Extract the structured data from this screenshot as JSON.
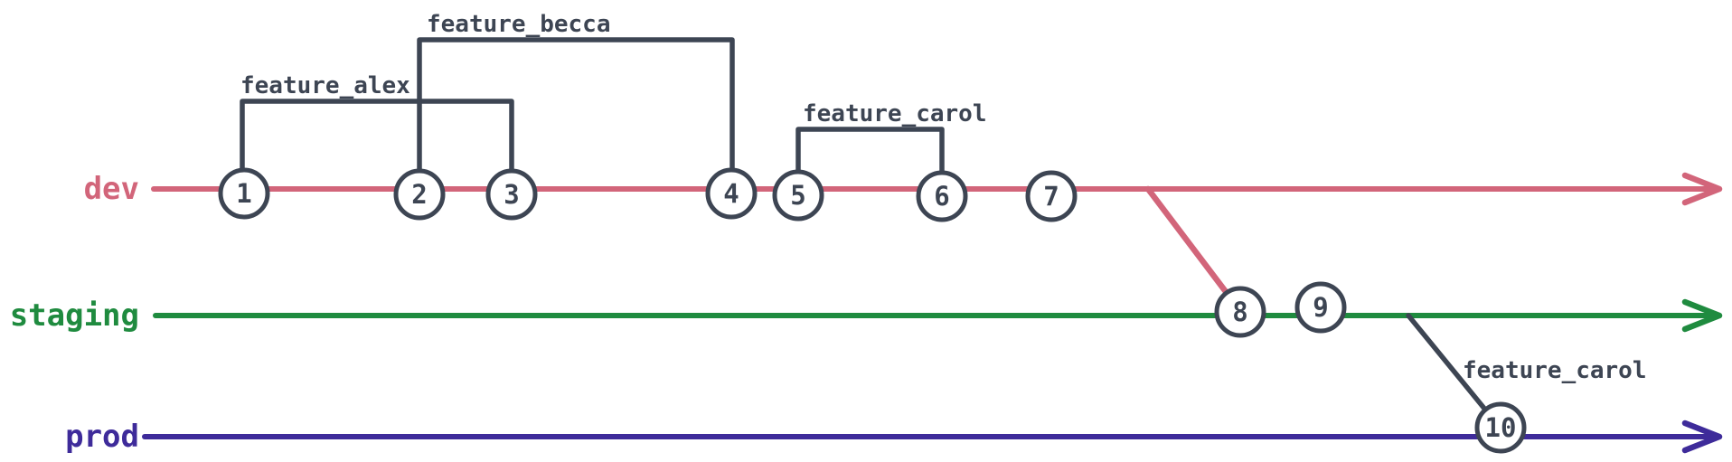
{
  "diagram": {
    "type": "git-branching-diagram",
    "ink_color": "#3d4553",
    "node_fill": "#ffffff",
    "background": "#ffffff",
    "branches": [
      {
        "name": "dev",
        "color": "#d2657a",
        "commits": [
          {
            "n": "1"
          },
          {
            "n": "2"
          },
          {
            "n": "3"
          },
          {
            "n": "4"
          },
          {
            "n": "5"
          },
          {
            "n": "6"
          },
          {
            "n": "7"
          }
        ]
      },
      {
        "name": "staging",
        "color": "#1f8b3f",
        "commits": [
          {
            "n": "8"
          },
          {
            "n": "9"
          }
        ]
      },
      {
        "name": "prod",
        "color": "#3e2b9a",
        "commits": [
          {
            "n": "10"
          }
        ]
      }
    ],
    "feature_brackets": [
      {
        "label": "feature_alex",
        "from_commit": "1",
        "to_commit": "3"
      },
      {
        "label": "feature_becca",
        "from_commit": "2",
        "to_commit": "4"
      },
      {
        "label": "feature_carol",
        "from_commit": "5",
        "to_commit": "6"
      }
    ],
    "merge_edges": [
      {
        "from": "dev",
        "to_commit": "8",
        "color": "#d2657a",
        "label": ""
      },
      {
        "from": "staging",
        "to_commit": "10",
        "color": "#3d4553",
        "label": "feature_carol"
      }
    ]
  }
}
